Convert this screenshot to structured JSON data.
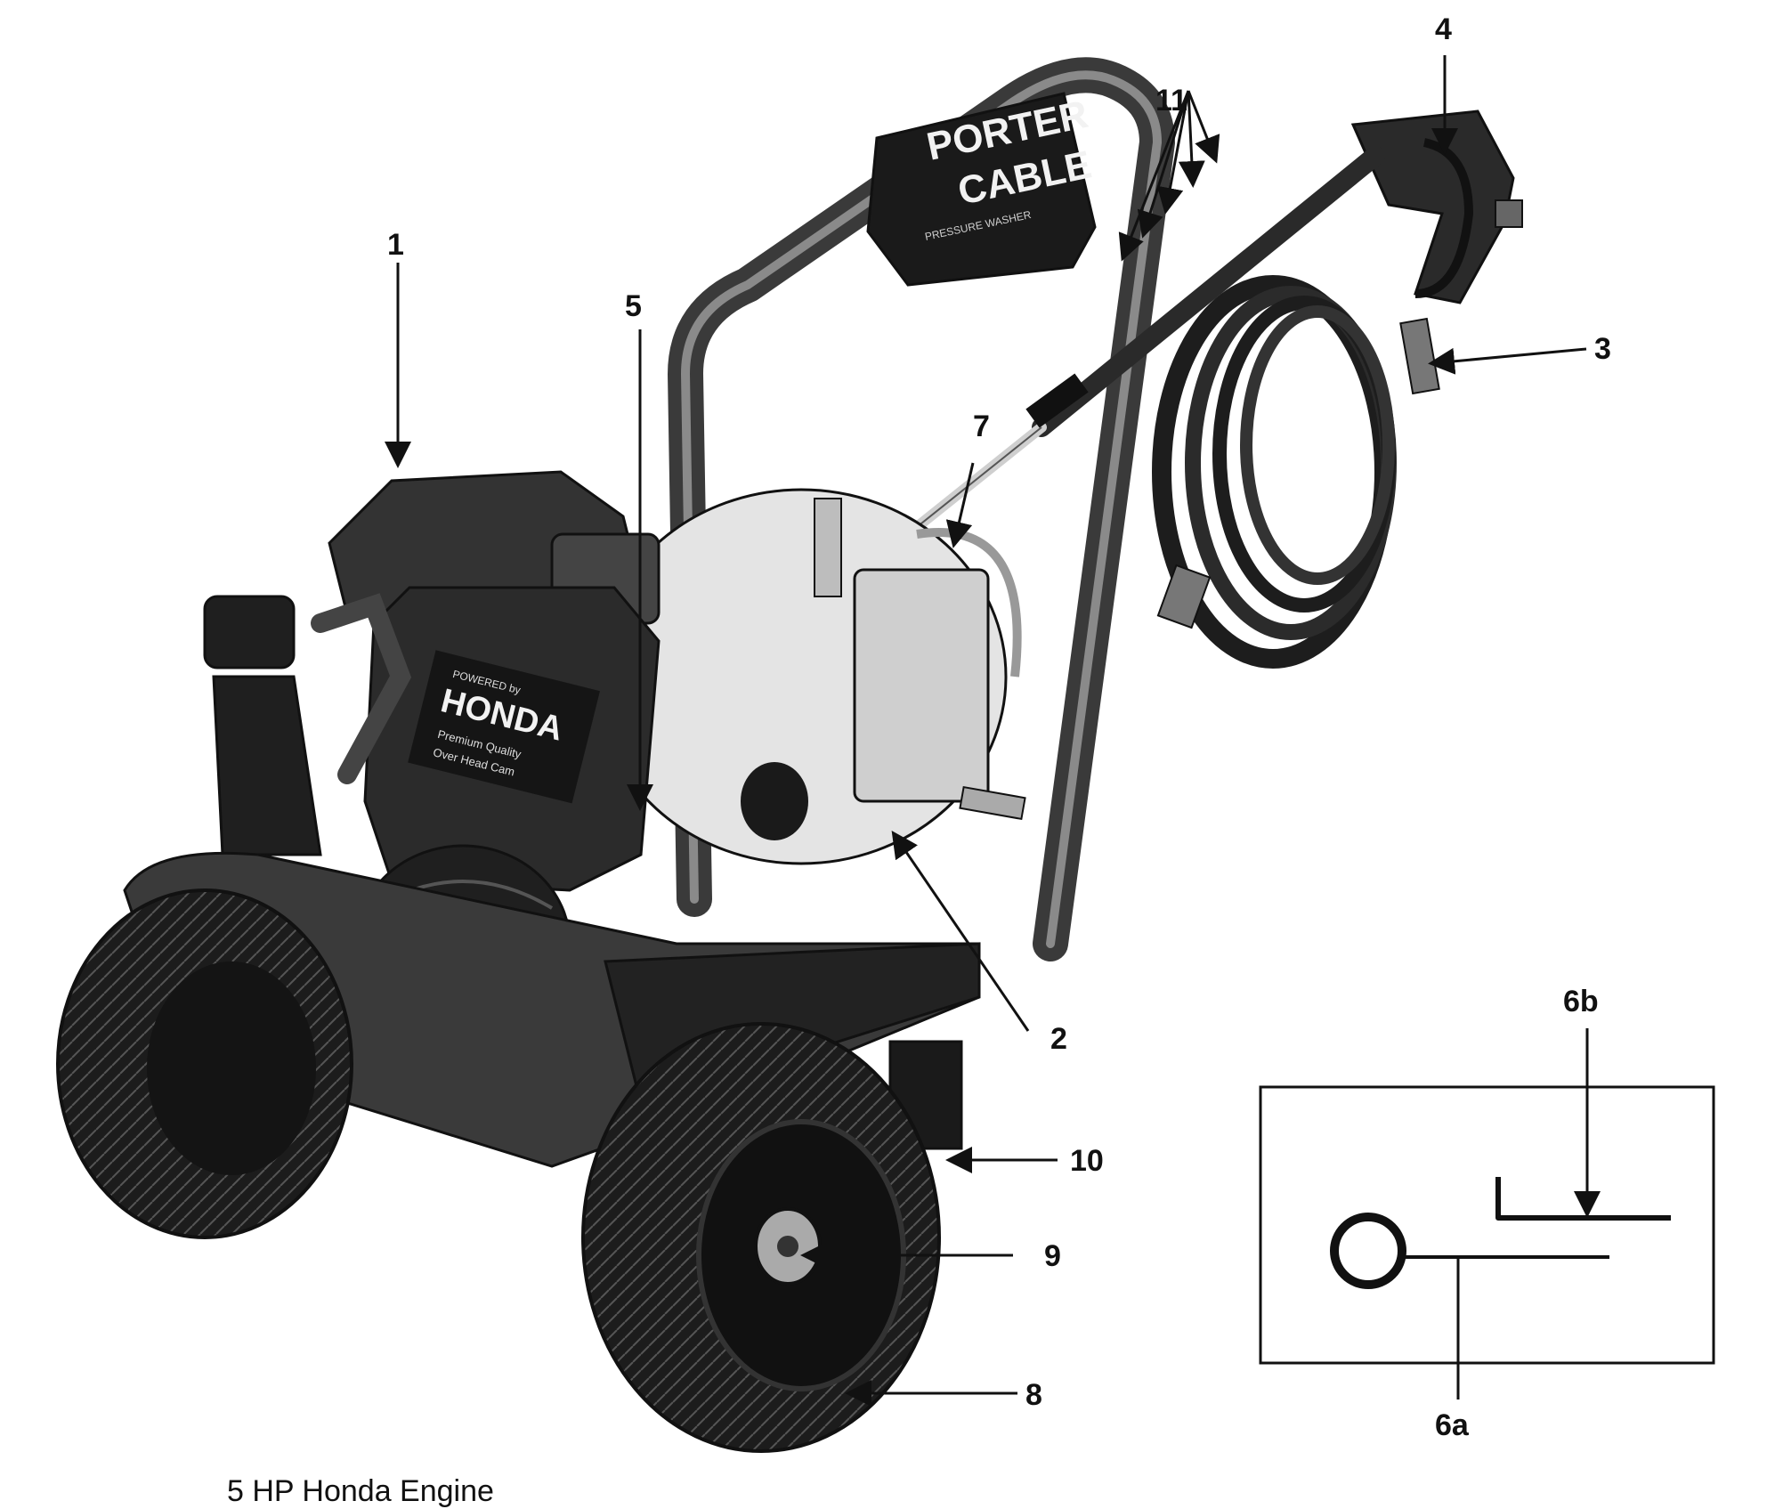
{
  "brand": {
    "line1": "PORTER",
    "line2": "CABLE",
    "subtitle": "PRESSURE WASHER"
  },
  "engine_label": {
    "top": "POWERED by",
    "brand": "HONDA",
    "line3": "Premium Quality",
    "line4": "Over Head Cam"
  },
  "callouts": {
    "c1": "1",
    "c2": "2",
    "c3": "3",
    "c4": "4",
    "c5": "5",
    "c6a": "6a",
    "c6b": "6b",
    "c7": "7",
    "c8": "8",
    "c9": "9",
    "c10": "10",
    "c11": "11"
  },
  "caption": "5 HP Honda Engine",
  "colors": {
    "ink": "#111111",
    "dark_fill": "#2a2a2a",
    "mid_fill": "#7a7a7a",
    "light_fill": "#d9d9d9"
  }
}
